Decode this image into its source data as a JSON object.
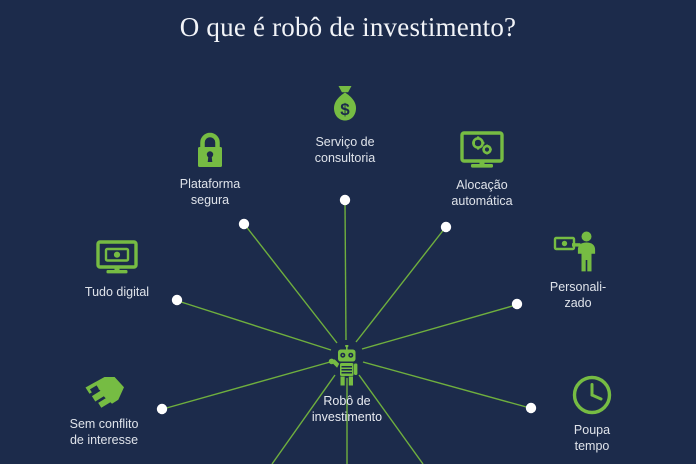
{
  "page": {
    "title": "O que é robô de investimento?",
    "background_color": "#1c2b4b",
    "accent_color": "#76bc43",
    "text_color": "#dfe3ea",
    "connector_color": "#6faf3e",
    "dot_color": "#ffffff"
  },
  "center": {
    "icon": "robot-icon",
    "label": "Robô de\ninvestimento"
  },
  "nodes": [
    {
      "icon": "money-bag-icon",
      "label": "Serviço de\nconsultoria"
    },
    {
      "icon": "lock-icon",
      "label": "Plataforma\nsegura"
    },
    {
      "icon": "monitor-gears-icon",
      "label": "Alocação\nautomática"
    },
    {
      "icon": "monitor-money-icon",
      "label": "Tudo digital"
    },
    {
      "icon": "person-money-icon",
      "label": "Personali-\nzado"
    },
    {
      "icon": "handshake-icon",
      "label": "Sem conflito\nde interesse"
    },
    {
      "icon": "clock-icon",
      "label": "Poupa\ntempo"
    }
  ]
}
